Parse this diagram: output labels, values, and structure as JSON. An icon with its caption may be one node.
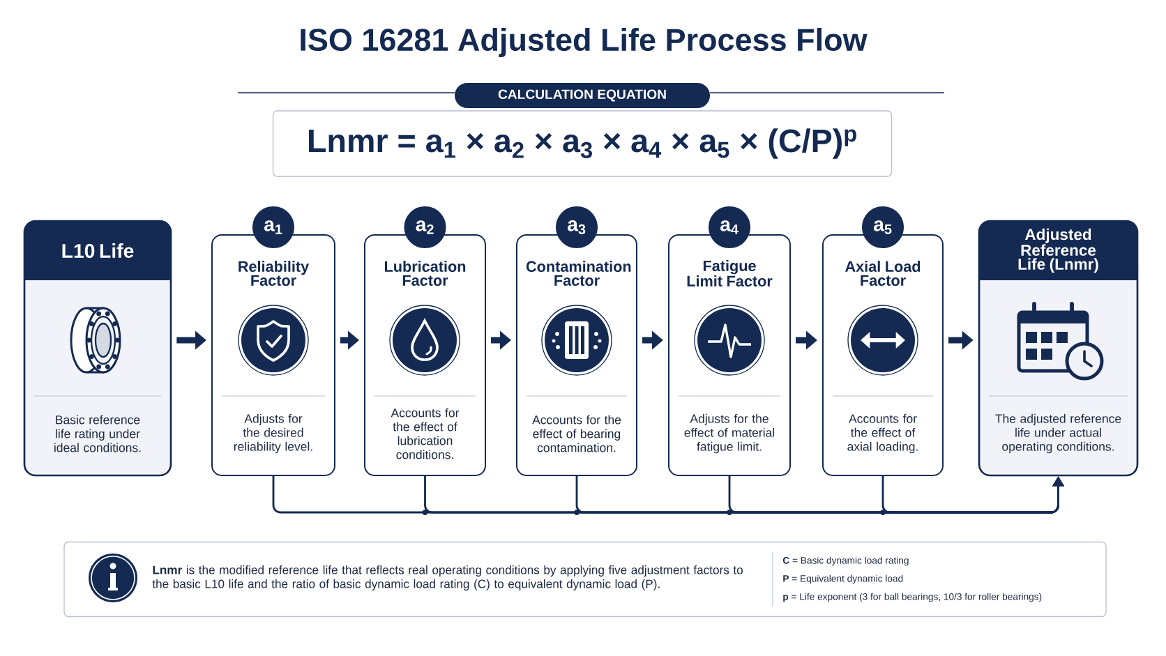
{
  "diagram": {
    "title": "ISO 16281 Adjusted Life Process Flow",
    "nodes": [
      {
        "text": [
          "CALCULATION EQUATION"
        ]
      },
      {
        "text": [
          "Lnmr = a$_{1}$ × a$_{2}$ × a$_{3}$ × a$_{4}$ × a$_{5}$ × (C/P)$^{p}$"
        ]
      },
      {
        "text": [
          "L10 Life",
          "Basic reference life rating under ideal conditions."
        ]
      },
      {
        "text": [
          "a$_{1}$",
          "Reliability Factor",
          "Adjusts for the desired reliability level."
        ]
      },
      {
        "text": [
          "a$_{2}$",
          "Lubrication Factor",
          "Accounts for the effect of lubrication conditions."
        ]
      },
      {
        "text": [
          "a$_{3}$",
          "Contamination Factor",
          "Accounts for the effect of bearing contamination."
        ]
      },
      {
        "text": [
          "a$_{4}$",
          "Fatigue Limit Factor",
          "Adjusts for the effect of material fatigue limit."
        ]
      },
      {
        "text": [
          "a$_{5}$",
          "Axial Load Factor",
          "Accounts for the effect of axial loading."
        ]
      },
      {
        "text": [
          "Adjusted Reference Life (Lnmr)",
          "The adjusted reference life under actual operating conditions."
        ]
      },
      {
        "text": [
          "**Lnmr** is the modified reference life that reflects real operating conditions by applying five adjustment factors to the basic L10 life and the ratio of basic dynamic load rating (C) to equivalent dynamic load (P).",
          "**C** = Basic dynamic load rating",
          "**P** = Equivalent dynamic load",
          "**p** = Life exponent (3 for ball bearings, 10/3 for roller bearings)"
        ]
      }
    ],
    "edges": [
      {
        "from": 2,
        "to": 3,
        "arrow": "to"
      },
      {
        "from": 3,
        "to": 4,
        "arrow": "to"
      },
      {
        "from": 4,
        "to": 5,
        "arrow": "to"
      },
      {
        "from": 5,
        "to": 6,
        "arrow": "to"
      },
      {
        "from": 6,
        "to": 7,
        "arrow": "to"
      },
      {
        "from": 7,
        "to": 8,
        "arrow": "to"
      },
      {
        "from": 3,
        "to": 8,
        "arrow": "to"
      },
      {
        "from": 4,
        "to": 8,
        "arrow": "to"
      },
      {
        "from": 5,
        "to": 8,
        "arrow": "to"
      },
      {
        "from": 6,
        "to": 8,
        "arrow": "to"
      },
      {
        "from": 7,
        "to": 8,
        "arrow": "to"
      }
    ]
  }
}
